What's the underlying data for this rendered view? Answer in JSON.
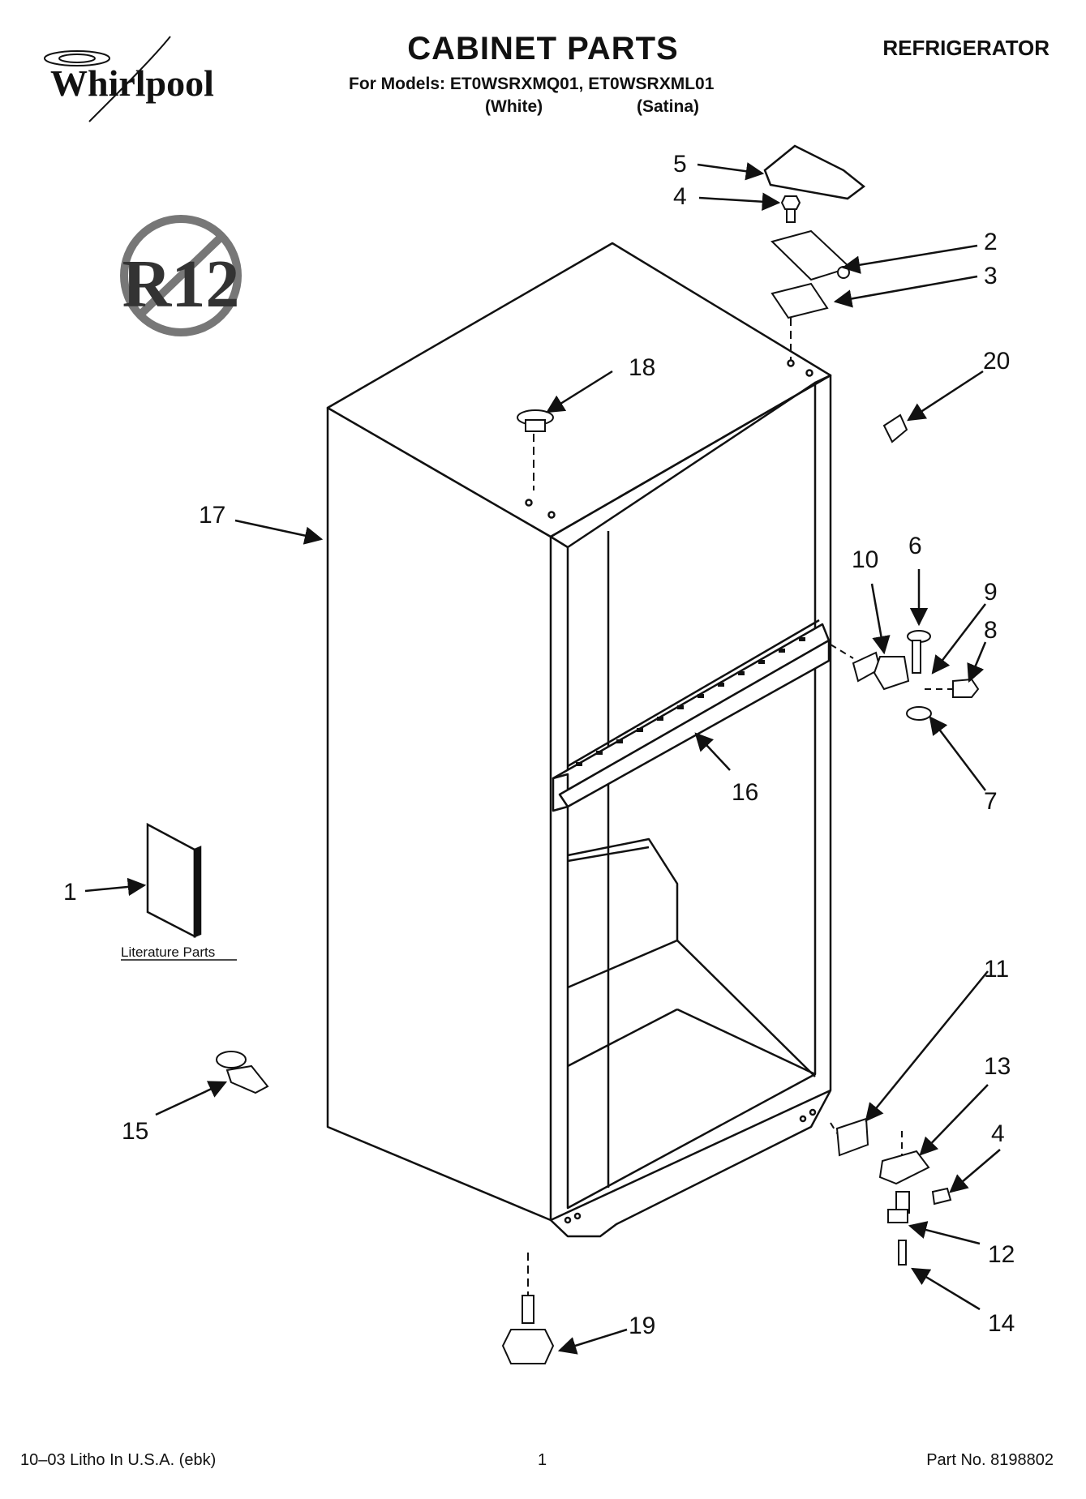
{
  "header": {
    "title": "CABINET PARTS",
    "category": "REFRIGERATOR",
    "models_line": "For Models: ET0WSRXMQ01, ET0WSRXML01",
    "variant_white": "(White)",
    "variant_satina": "(Satina)"
  },
  "logo": {
    "brand": "Whirlpool"
  },
  "badge": {
    "text": "R12"
  },
  "callouts": {
    "c1": "1",
    "c2": "2",
    "c3": "3",
    "c4a": "4",
    "c4b": "4",
    "c5": "5",
    "c6": "6",
    "c7": "7",
    "c8": "8",
    "c9": "9",
    "c10": "10",
    "c11": "11",
    "c12": "12",
    "c13": "13",
    "c14": "14",
    "c15": "15",
    "c16": "16",
    "c17": "17",
    "c18": "18",
    "c19": "19",
    "c20": "20"
  },
  "literature_label": "Literature Parts",
  "footer": {
    "left": "10–03 Litho In U.S.A. (ebk)",
    "center": "1",
    "right": "Part No. 8198802"
  }
}
